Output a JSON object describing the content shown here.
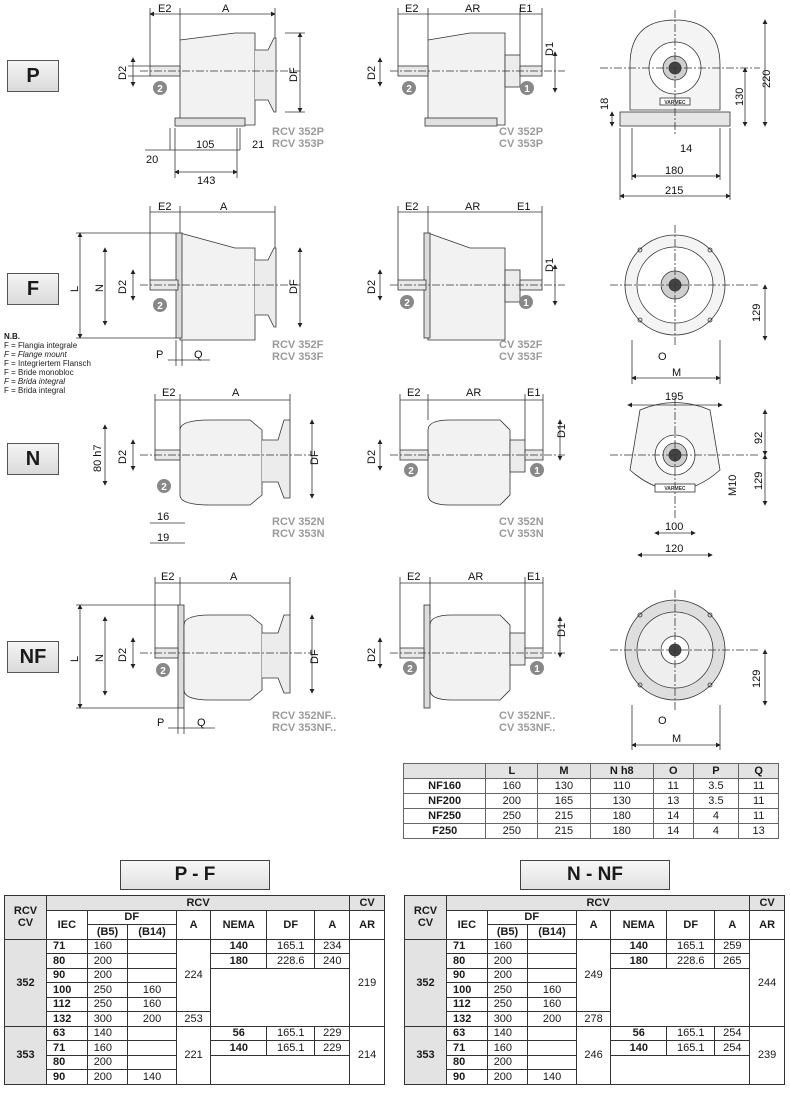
{
  "rows": [
    {
      "code": "P",
      "rcv_caption": [
        "RCV 352P",
        "RCV 353P"
      ],
      "cv_caption": [
        "CV 352P",
        "CV 353P"
      ]
    },
    {
      "code": "F",
      "rcv_caption": [
        "RCV 352F",
        "RCV 353F"
      ],
      "cv_caption": [
        "CV 352F",
        "CV 353F"
      ]
    },
    {
      "code": "N",
      "rcv_caption": [
        "RCV 352N",
        "RCV 353N"
      ],
      "cv_caption": [
        "CV 352N",
        "CV 353N"
      ]
    },
    {
      "code": "NF",
      "rcv_caption": [
        "RCV 352NF..",
        "RCV 353NF.."
      ],
      "cv_caption": [
        "CV 352NF..",
        "CV 353NF.."
      ]
    }
  ],
  "note": {
    "title": "N.B.",
    "lines": [
      "F = Flangia integrale",
      "F = Flange mount",
      "F = Integriertem Flansch",
      "F = Bride monobloc",
      "F = Brida integral",
      "F = Brida integral"
    ]
  },
  "dims": {
    "E2": "E2",
    "A": "A",
    "AR": "AR",
    "E1": "E1",
    "D1": "D1",
    "D2": "D2",
    "DF": "DF",
    "L": "L",
    "N": "N",
    "M": "M",
    "O": "O",
    "P": "P",
    "Q": "Q",
    "M10": "M10",
    "h7": "80 h7",
    "p_20": "20",
    "p_105": "105",
    "p_21": "21",
    "p_143": "143",
    "p_18": "18",
    "p_14": "14",
    "p_180": "180",
    "p_215": "215",
    "p_130": "130",
    "p_220": "220",
    "f_129": "129",
    "n_195": "195",
    "n_92": "92",
    "n_129": "129",
    "n_100": "100",
    "n_120": "120",
    "n_16": "16",
    "n_19": "19",
    "nf_129": "129",
    "circle_1": "1",
    "circle_2": "2",
    "brand": "VARMEC"
  },
  "nf_table": {
    "headers": [
      "",
      "L",
      "M",
      "N h8",
      "O",
      "P",
      "Q"
    ],
    "rows": [
      [
        "NF160",
        "160",
        "130",
        "110",
        "11",
        "3.5",
        "11"
      ],
      [
        "NF200",
        "200",
        "165",
        "130",
        "13",
        "3.5",
        "11"
      ],
      [
        "NF250",
        "250",
        "215",
        "180",
        "14",
        "4",
        "11"
      ],
      [
        "F250",
        "250",
        "215",
        "180",
        "14",
        "4",
        "13"
      ]
    ]
  },
  "pf_table": {
    "title": "P - F",
    "h_rcv": "RCV",
    "h_cv": "CV",
    "h_rcvcv": [
      "RCV",
      "CV"
    ],
    "h_iec": "IEC",
    "h_df": "DF",
    "h_b5": "(B5)",
    "h_b14": "(B14)",
    "h_a": "A",
    "h_nema": "NEMA",
    "h_df2": "DF",
    "h_a2": "A",
    "h_ar": "AR",
    "s352": {
      "size": "352",
      "iec": [
        "71",
        "80",
        "90",
        "100",
        "112",
        "132"
      ],
      "b5": [
        "160",
        "200",
        "200",
        "250",
        "250",
        "300"
      ],
      "b14": [
        "",
        "",
        "",
        "160",
        "160",
        "200"
      ],
      "a": "224",
      "a_132": "253",
      "nema": [
        "140",
        "180"
      ],
      "df2": [
        "165.1",
        "228.6"
      ],
      "a2": [
        "234",
        "240"
      ],
      "ar": "219"
    },
    "s353": {
      "size": "353",
      "iec": [
        "63",
        "71",
        "80",
        "90"
      ],
      "b5": [
        "140",
        "160",
        "200",
        "200"
      ],
      "b14": [
        "",
        "",
        "",
        "140"
      ],
      "a": "221",
      "nema": [
        "56",
        "140"
      ],
      "df2": [
        "165.1",
        "165.1"
      ],
      "a2": [
        "229",
        "229"
      ],
      "ar": "214"
    }
  },
  "nnf_table": {
    "title": "N - NF",
    "h_rcv": "RCV",
    "h_cv": "CV",
    "h_rcvcv": [
      "RCV",
      "CV"
    ],
    "h_iec": "IEC",
    "h_df": "DF",
    "h_b5": "(B5)",
    "h_b14": "(B14)",
    "h_a": "A",
    "h_nema": "NEMA",
    "h_df2": "DF",
    "h_a2": "A",
    "h_ar": "AR",
    "s352": {
      "size": "352",
      "iec": [
        "71",
        "80",
        "90",
        "100",
        "112",
        "132"
      ],
      "b5": [
        "160",
        "200",
        "200",
        "250",
        "250",
        "300"
      ],
      "b14": [
        "",
        "",
        "",
        "160",
        "160",
        "200"
      ],
      "a": "249",
      "a_132": "278",
      "nema": [
        "140",
        "180"
      ],
      "df2": [
        "165.1",
        "228.6"
      ],
      "a2": [
        "259",
        "265"
      ],
      "ar": "244"
    },
    "s353": {
      "size": "353",
      "iec": [
        "63",
        "71",
        "80",
        "90"
      ],
      "b5": [
        "140",
        "160",
        "200",
        "200"
      ],
      "b14": [
        "",
        "",
        "",
        "140"
      ],
      "a": "246",
      "nema": [
        "56",
        "140"
      ],
      "df2": [
        "165.1",
        "165.1"
      ],
      "a2": [
        "254",
        "254"
      ],
      "ar": "239"
    }
  }
}
